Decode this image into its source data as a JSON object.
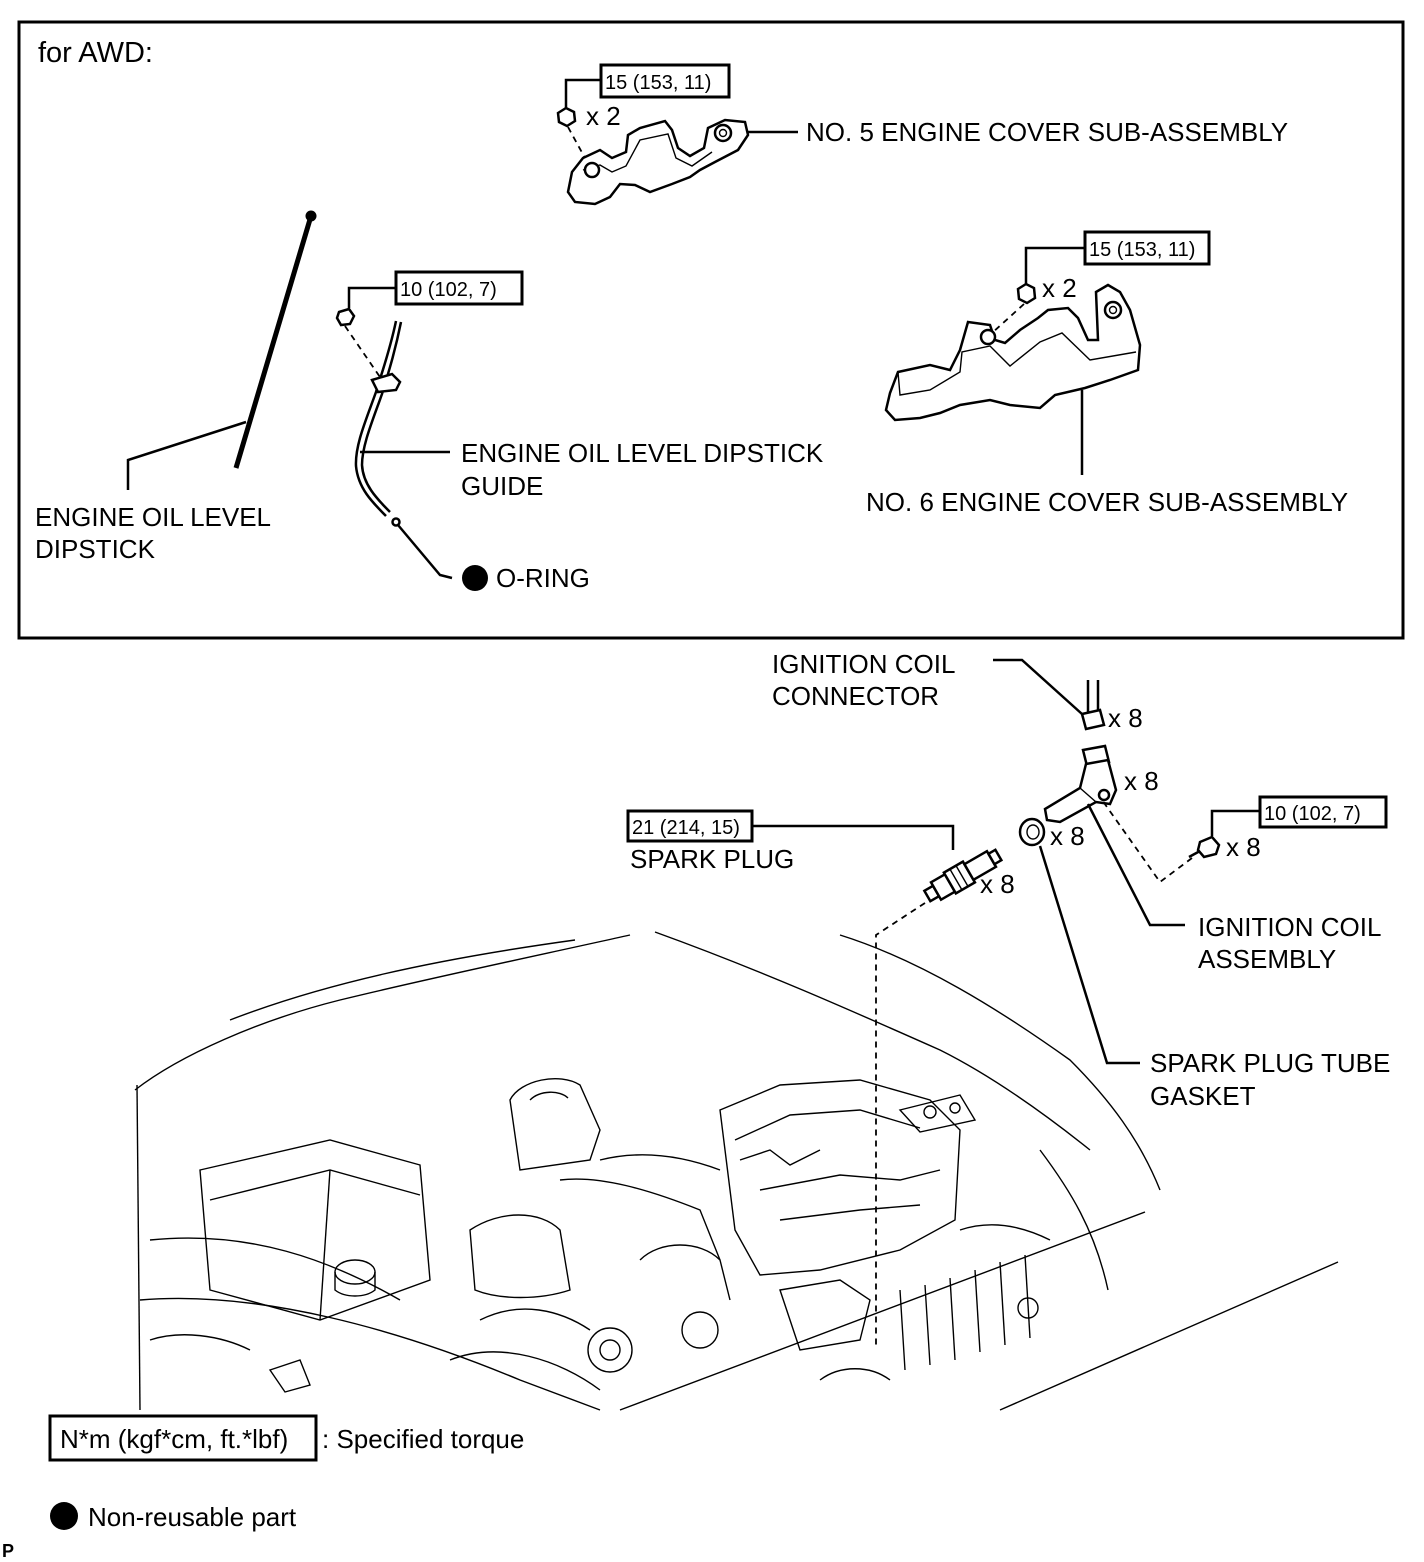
{
  "section_title": "for AWD:",
  "awd": {
    "no5_cover": {
      "torque": "15 (153, 11)",
      "qty": "x 2",
      "label": "NO. 5 ENGINE COVER SUB-ASSEMBLY"
    },
    "no6_cover": {
      "torque": "15 (153, 11)",
      "qty": "x 2",
      "label": "NO. 6 ENGINE COVER SUB-ASSEMBLY"
    },
    "dipstick_guide": {
      "torque": "10 (102, 7)",
      "label_lines": [
        "ENGINE OIL LEVEL DIPSTICK",
        "GUIDE"
      ]
    },
    "dipstick": {
      "label_lines": [
        "ENGINE OIL LEVEL",
        "DIPSTICK"
      ]
    },
    "o_ring": {
      "label": "O-RING"
    }
  },
  "ignition": {
    "connector": {
      "label_lines": [
        "IGNITION COIL",
        "CONNECTOR"
      ],
      "qty": "x 8"
    },
    "coil": {
      "label_lines": [
        "IGNITION COIL",
        "ASSEMBLY"
      ],
      "qty": "x 8",
      "bolt_torque": "10 (102, 7)",
      "bolt_qty": "x 8"
    },
    "spark_plug": {
      "torque": "21 (214, 15)",
      "label": "SPARK PLUG",
      "qty": "x 8"
    },
    "tube_gasket": {
      "label_lines": [
        "SPARK PLUG TUBE",
        "GASKET"
      ],
      "qty": "x 8"
    }
  },
  "legend": {
    "torque_units": "N*m (kgf*cm, ft.*lbf)",
    "torque_desc": ": Specified torque",
    "non_reusable": "Non-reusable part"
  },
  "corner_mark": "P"
}
